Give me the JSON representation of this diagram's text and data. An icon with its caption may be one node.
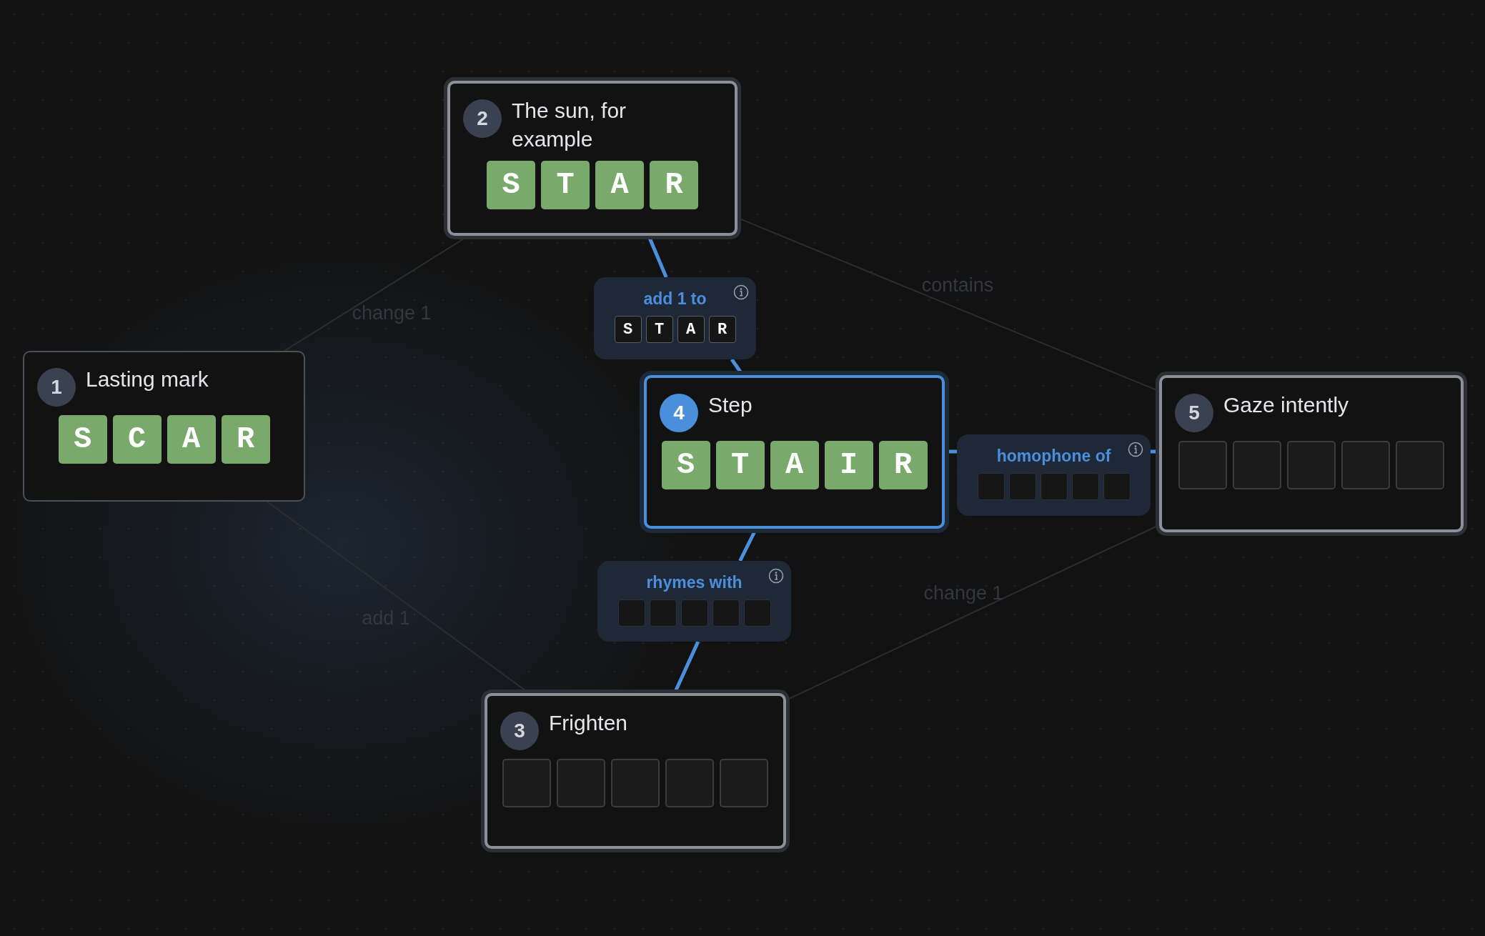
{
  "diagram": {
    "nodes": [
      {
        "text": [
          "1",
          "Lasting mark"
        ]
      },
      {
        "text": [
          "S"
        ],
        "in": 0
      },
      {
        "text": [
          "C"
        ],
        "in": 0
      },
      {
        "text": [
          "A"
        ],
        "in": 0
      },
      {
        "text": [
          "R"
        ],
        "in": 0
      },
      {
        "text": [
          "2",
          "The sun, for example"
        ]
      },
      {
        "text": [
          "S"
        ],
        "in": 5
      },
      {
        "text": [
          "T"
        ],
        "in": 5
      },
      {
        "text": [
          "A"
        ],
        "in": 5
      },
      {
        "text": [
          "R"
        ],
        "in": 5
      },
      {
        "text": [
          "3",
          "Frighten"
        ]
      },
      {
        "text": [],
        "shape": "box",
        "in": 10
      },
      {
        "text": [],
        "shape": "box",
        "in": 10
      },
      {
        "text": [],
        "shape": "box",
        "in": 10
      },
      {
        "text": [],
        "shape": "box",
        "in": 10
      },
      {
        "text": [],
        "shape": "box",
        "in": 10
      },
      {
        "text": [
          "4",
          "Step"
        ]
      },
      {
        "text": [
          "S"
        ],
        "in": 16
      },
      {
        "text": [
          "T"
        ],
        "in": 16
      },
      {
        "text": [
          "A"
        ],
        "in": 16
      },
      {
        "text": [
          "I"
        ],
        "in": 16
      },
      {
        "text": [
          "R"
        ],
        "in": 16
      },
      {
        "text": [
          "5",
          "Gaze intently"
        ]
      },
      {
        "text": [],
        "shape": "box",
        "in": 22
      },
      {
        "text": [],
        "shape": "box",
        "in": 22
      },
      {
        "text": [],
        "shape": "box",
        "in": 22
      },
      {
        "text": [],
        "shape": "box",
        "in": 22
      },
      {
        "text": [],
        "shape": "box",
        "in": 22
      },
      {
        "text": [
          "add 1 to"
        ]
      },
      {
        "text": [
          "S"
        ],
        "in": 28
      },
      {
        "text": [
          "T"
        ],
        "in": 28
      },
      {
        "text": [
          "A"
        ],
        "in": 28
      },
      {
        "text": [
          "R"
        ],
        "in": 28
      },
      {
        "text": [
          "rhymes with"
        ]
      },
      {
        "text": [],
        "shape": "box",
        "in": 33
      },
      {
        "text": [],
        "shape": "box",
        "in": 33
      },
      {
        "text": [],
        "shape": "box",
        "in": 33
      },
      {
        "text": [],
        "shape": "box",
        "in": 33
      },
      {
        "text": [],
        "shape": "box",
        "in": 33
      },
      {
        "text": [
          "homophone of"
        ]
      },
      {
        "text": [],
        "shape": "box",
        "in": 39
      },
      {
        "text": [],
        "shape": "box",
        "in": 39
      },
      {
        "text": [],
        "shape": "box",
        "in": 39
      },
      {
        "text": [],
        "shape": "box",
        "in": 39
      },
      {
        "text": [],
        "shape": "box",
        "in": 39
      }
    ],
    "edges": [
      {
        "from": 0,
        "to": 5,
        "arrow": "none",
        "label": "change 1",
        "color": "#2a2d32"
      },
      {
        "from": 5,
        "to": 22,
        "arrow": "none",
        "label": "contains",
        "color": "#2a2d32"
      },
      {
        "from": 0,
        "to": 10,
        "arrow": "none",
        "label": "add 1",
        "color": "#2a2d32"
      },
      {
        "from": 10,
        "to": 22,
        "arrow": "none",
        "label": "change 1",
        "color": "#2a2d32"
      },
      {
        "from": 5,
        "to": 28,
        "arrow": "none"
      },
      {
        "from": 28,
        "to": 16,
        "arrow": "none"
      },
      {
        "from": 16,
        "to": 33,
        "arrow": "none"
      },
      {
        "from": 33,
        "to": 10,
        "arrow": "none"
      },
      {
        "from": 16,
        "to": 39,
        "arrow": "none"
      },
      {
        "from": 39,
        "to": 22,
        "arrow": "none"
      }
    ]
  }
}
